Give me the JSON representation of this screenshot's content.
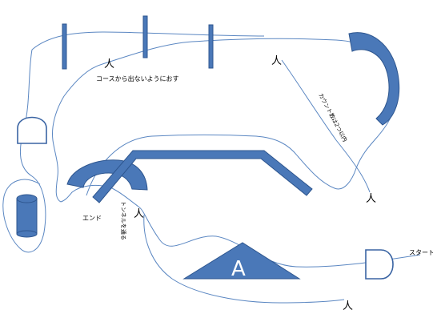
{
  "labels": {
    "course_note": "コースから出ないようにおす",
    "diagonal_note": "カウント数は2つ以内",
    "end": "エンド",
    "start": "スタート",
    "tunnel_note": "トンネルを通る",
    "a_frame_letter": "A",
    "person_glyph": "人"
  },
  "colors": {
    "shape_fill": "#4a78b8",
    "shape_stroke": "#2e568f",
    "path_line": "#5b87c2"
  }
}
